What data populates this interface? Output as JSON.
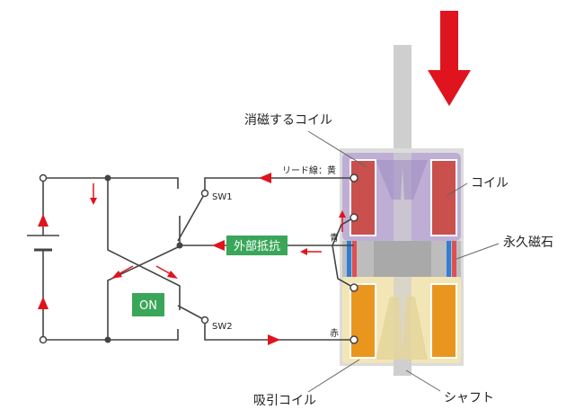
{
  "labels": {
    "demag_coil": "消磁するコイル",
    "coil": "コイル",
    "permanent_magnet": "永久磁石",
    "lead_wire_yellow": "リード線：黄",
    "blue": "青",
    "red": "赤",
    "sw1": "SW1",
    "sw2": "SW2",
    "external_resistor": "外部抵抗",
    "on_badge": "ON",
    "attract_coil": "吸引コイル",
    "shaft": "シャフト"
  },
  "colors": {
    "arrow_red": "#e0141e",
    "resistor_green": "#3aa65a",
    "coil_red": "#c9504c",
    "coil_orange": "#e8961e",
    "purple_overlay": "#b9a6d4",
    "yellow_overlay": "#f3e6b6",
    "shaft_gray": "#cfcfcf",
    "wire": "#444444"
  },
  "icons": [
    "downward-force-arrow",
    "current-direction-arrow"
  ]
}
